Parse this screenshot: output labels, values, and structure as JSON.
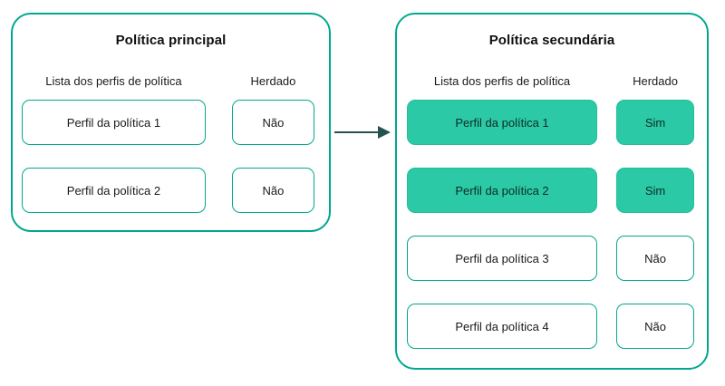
{
  "theme": {
    "outline_teal": "#00A88F",
    "fill_teal": "#2BC9A5",
    "fill_teal_border": "#23BD99",
    "arrow_color": "#24524E",
    "text_color": "#1a1a1a",
    "title_color": "#101010",
    "background": "#ffffff"
  },
  "diagram": {
    "type": "flow",
    "arrow_label": "",
    "direction": "left-to-right",
    "arrow_icon": "arrow-right-icon"
  },
  "panels": [
    {
      "id": "primary",
      "title": "Política principal",
      "columns": [
        {
          "key": "profile",
          "label": "Lista dos perfis de política"
        },
        {
          "key": "inherited",
          "label": "Herdado"
        }
      ],
      "rows": [
        {
          "profile": "Perfil da política 1",
          "inherited": "Não",
          "highlighted": false
        },
        {
          "profile": "Perfil da política 2",
          "inherited": "Não",
          "highlighted": false
        }
      ]
    },
    {
      "id": "secondary",
      "title": "Política secundária",
      "columns": [
        {
          "key": "profile",
          "label": "Lista dos perfis de política"
        },
        {
          "key": "inherited",
          "label": "Herdado"
        }
      ],
      "rows": [
        {
          "profile": "Perfil da política 1",
          "inherited": "Sim",
          "highlighted": true
        },
        {
          "profile": "Perfil da política 2",
          "inherited": "Sim",
          "highlighted": true
        },
        {
          "profile": "Perfil da política 3",
          "inherited": "Não",
          "highlighted": false
        },
        {
          "profile": "Perfil da política 4",
          "inherited": "Não",
          "highlighted": false
        }
      ]
    }
  ]
}
